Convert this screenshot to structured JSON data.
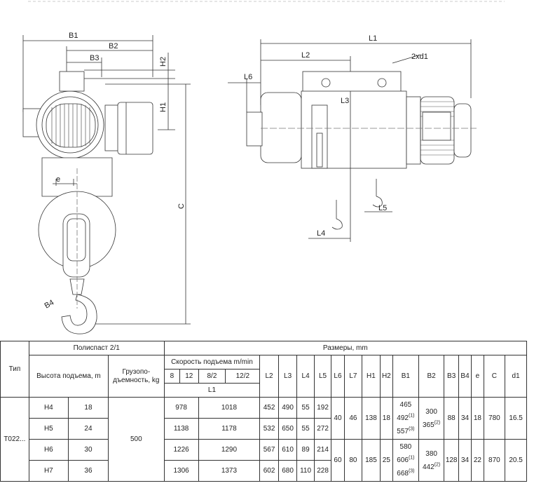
{
  "drawing": {
    "side_labels": {
      "B1": "B1",
      "B2": "B2",
      "B3": "B3",
      "H2": "H2",
      "H1": "H1",
      "C": "C",
      "e": "e",
      "B4": "B4"
    },
    "front_labels": {
      "L1": "L1",
      "L2": "L2",
      "L6": "L6",
      "L3": "L3",
      "L5": "L5",
      "L4": "L4",
      "d1": "2xd1"
    }
  },
  "table": {
    "type_header": "Тип",
    "polispast_header": "Полиспаст 2/1",
    "sizes_header": "Размеры, mm",
    "height_header": "Высота подъема, m",
    "capacity_header_1": "Грузопо-",
    "capacity_header_2": "дъемность, kg",
    "speed_header": "Скорость подъема m/min",
    "speeds": [
      "8",
      "12",
      "8/2",
      "12/2"
    ],
    "l1_header": "L1",
    "dim_headers": [
      "L2",
      "L3",
      "L4",
      "L5",
      "L6",
      "L7",
      "H1",
      "H2",
      "B1",
      "B2",
      "B3",
      "B4",
      "e",
      "C",
      "d1"
    ],
    "type_value": "T022...",
    "capacity_value": "500",
    "rows": [
      {
        "model": "H4",
        "height": "18",
        "l1a": "978",
        "l1b": "1018",
        "L2": "452",
        "L3": "490",
        "L4": "55",
        "L5": "192"
      },
      {
        "model": "H5",
        "height": "24",
        "l1a": "1138",
        "l1b": "1178",
        "L2": "532",
        "L3": "650",
        "L4": "55",
        "L5": "272"
      },
      {
        "model": "H6",
        "height": "30",
        "l1a": "1226",
        "l1b": "1290",
        "L2": "567",
        "L3": "610",
        "L4": "89",
        "L5": "214"
      },
      {
        "model": "H7",
        "height": "36",
        "l1a": "1306",
        "l1b": "1373",
        "L2": "602",
        "L3": "680",
        "L4": "110",
        "L5": "228"
      }
    ],
    "groups": [
      {
        "L6": "40",
        "L7": "46",
        "H1": "138",
        "H2": "18",
        "B1": [
          "465",
          "492",
          "557"
        ],
        "B1_sup": [
          "",
          "(1)",
          "(3)"
        ],
        "B2": [
          "300",
          "365"
        ],
        "B2_sup": [
          "",
          "(2)"
        ],
        "B3": "88",
        "B4": "34",
        "e": "18",
        "C": "780",
        "d1": "16.5"
      },
      {
        "L6": "60",
        "L7": "80",
        "H1": "185",
        "H2": "25",
        "B1": [
          "580",
          "606",
          "668"
        ],
        "B1_sup": [
          "",
          "(1)",
          "(3)"
        ],
        "B2": [
          "380",
          "442"
        ],
        "B2_sup": [
          "",
          "(2)"
        ],
        "B3": "128",
        "B4": "34",
        "e": "22",
        "C": "870",
        "d1": "20.5"
      }
    ]
  }
}
